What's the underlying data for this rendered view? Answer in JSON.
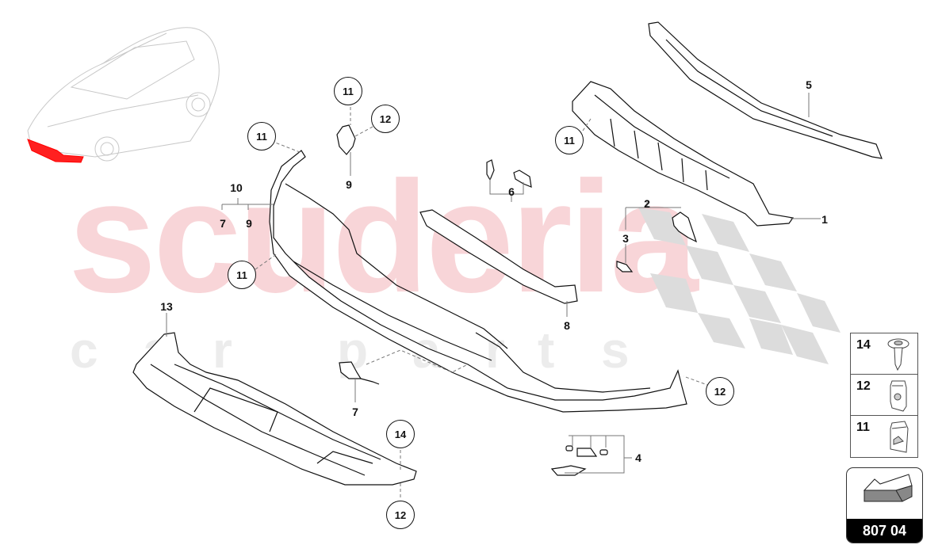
{
  "watermark": {
    "brand": "scuderia",
    "sub_letters": [
      "c",
      "a",
      "r",
      "p",
      "a",
      "r",
      "t",
      "s"
    ],
    "brand_color": "#f8d5d8",
    "sub_color": "#ececec"
  },
  "diagram": {
    "highlight_color": "#ff0000",
    "line_color": "#111111",
    "part_labels": [
      {
        "id": "1",
        "text": "1"
      },
      {
        "id": "2",
        "text": "2"
      },
      {
        "id": "3",
        "text": "3"
      },
      {
        "id": "4",
        "text": "4"
      },
      {
        "id": "5",
        "text": "5"
      },
      {
        "id": "6",
        "text": "6"
      },
      {
        "id": "7a",
        "text": "7"
      },
      {
        "id": "7b",
        "text": "7"
      },
      {
        "id": "8",
        "text": "8"
      },
      {
        "id": "9a",
        "text": "9"
      },
      {
        "id": "9b",
        "text": "9"
      },
      {
        "id": "10",
        "text": "10"
      },
      {
        "id": "13",
        "text": "13"
      }
    ],
    "callouts": [
      {
        "id": "c11a",
        "text": "11"
      },
      {
        "id": "c12a",
        "text": "12"
      },
      {
        "id": "c11b",
        "text": "11"
      },
      {
        "id": "c11c",
        "text": "11"
      },
      {
        "id": "c11d",
        "text": "11"
      },
      {
        "id": "c12b",
        "text": "12"
      },
      {
        "id": "c14",
        "text": "14"
      },
      {
        "id": "c12c",
        "text": "12"
      }
    ]
  },
  "legend": {
    "items": [
      {
        "number": "14",
        "icon": "screw-icon"
      },
      {
        "number": "12",
        "icon": "clip-nut-icon"
      },
      {
        "number": "11",
        "icon": "spring-clip-icon"
      }
    ]
  },
  "reference": {
    "code": "807 04",
    "icon": "direction-arrow-icon"
  }
}
